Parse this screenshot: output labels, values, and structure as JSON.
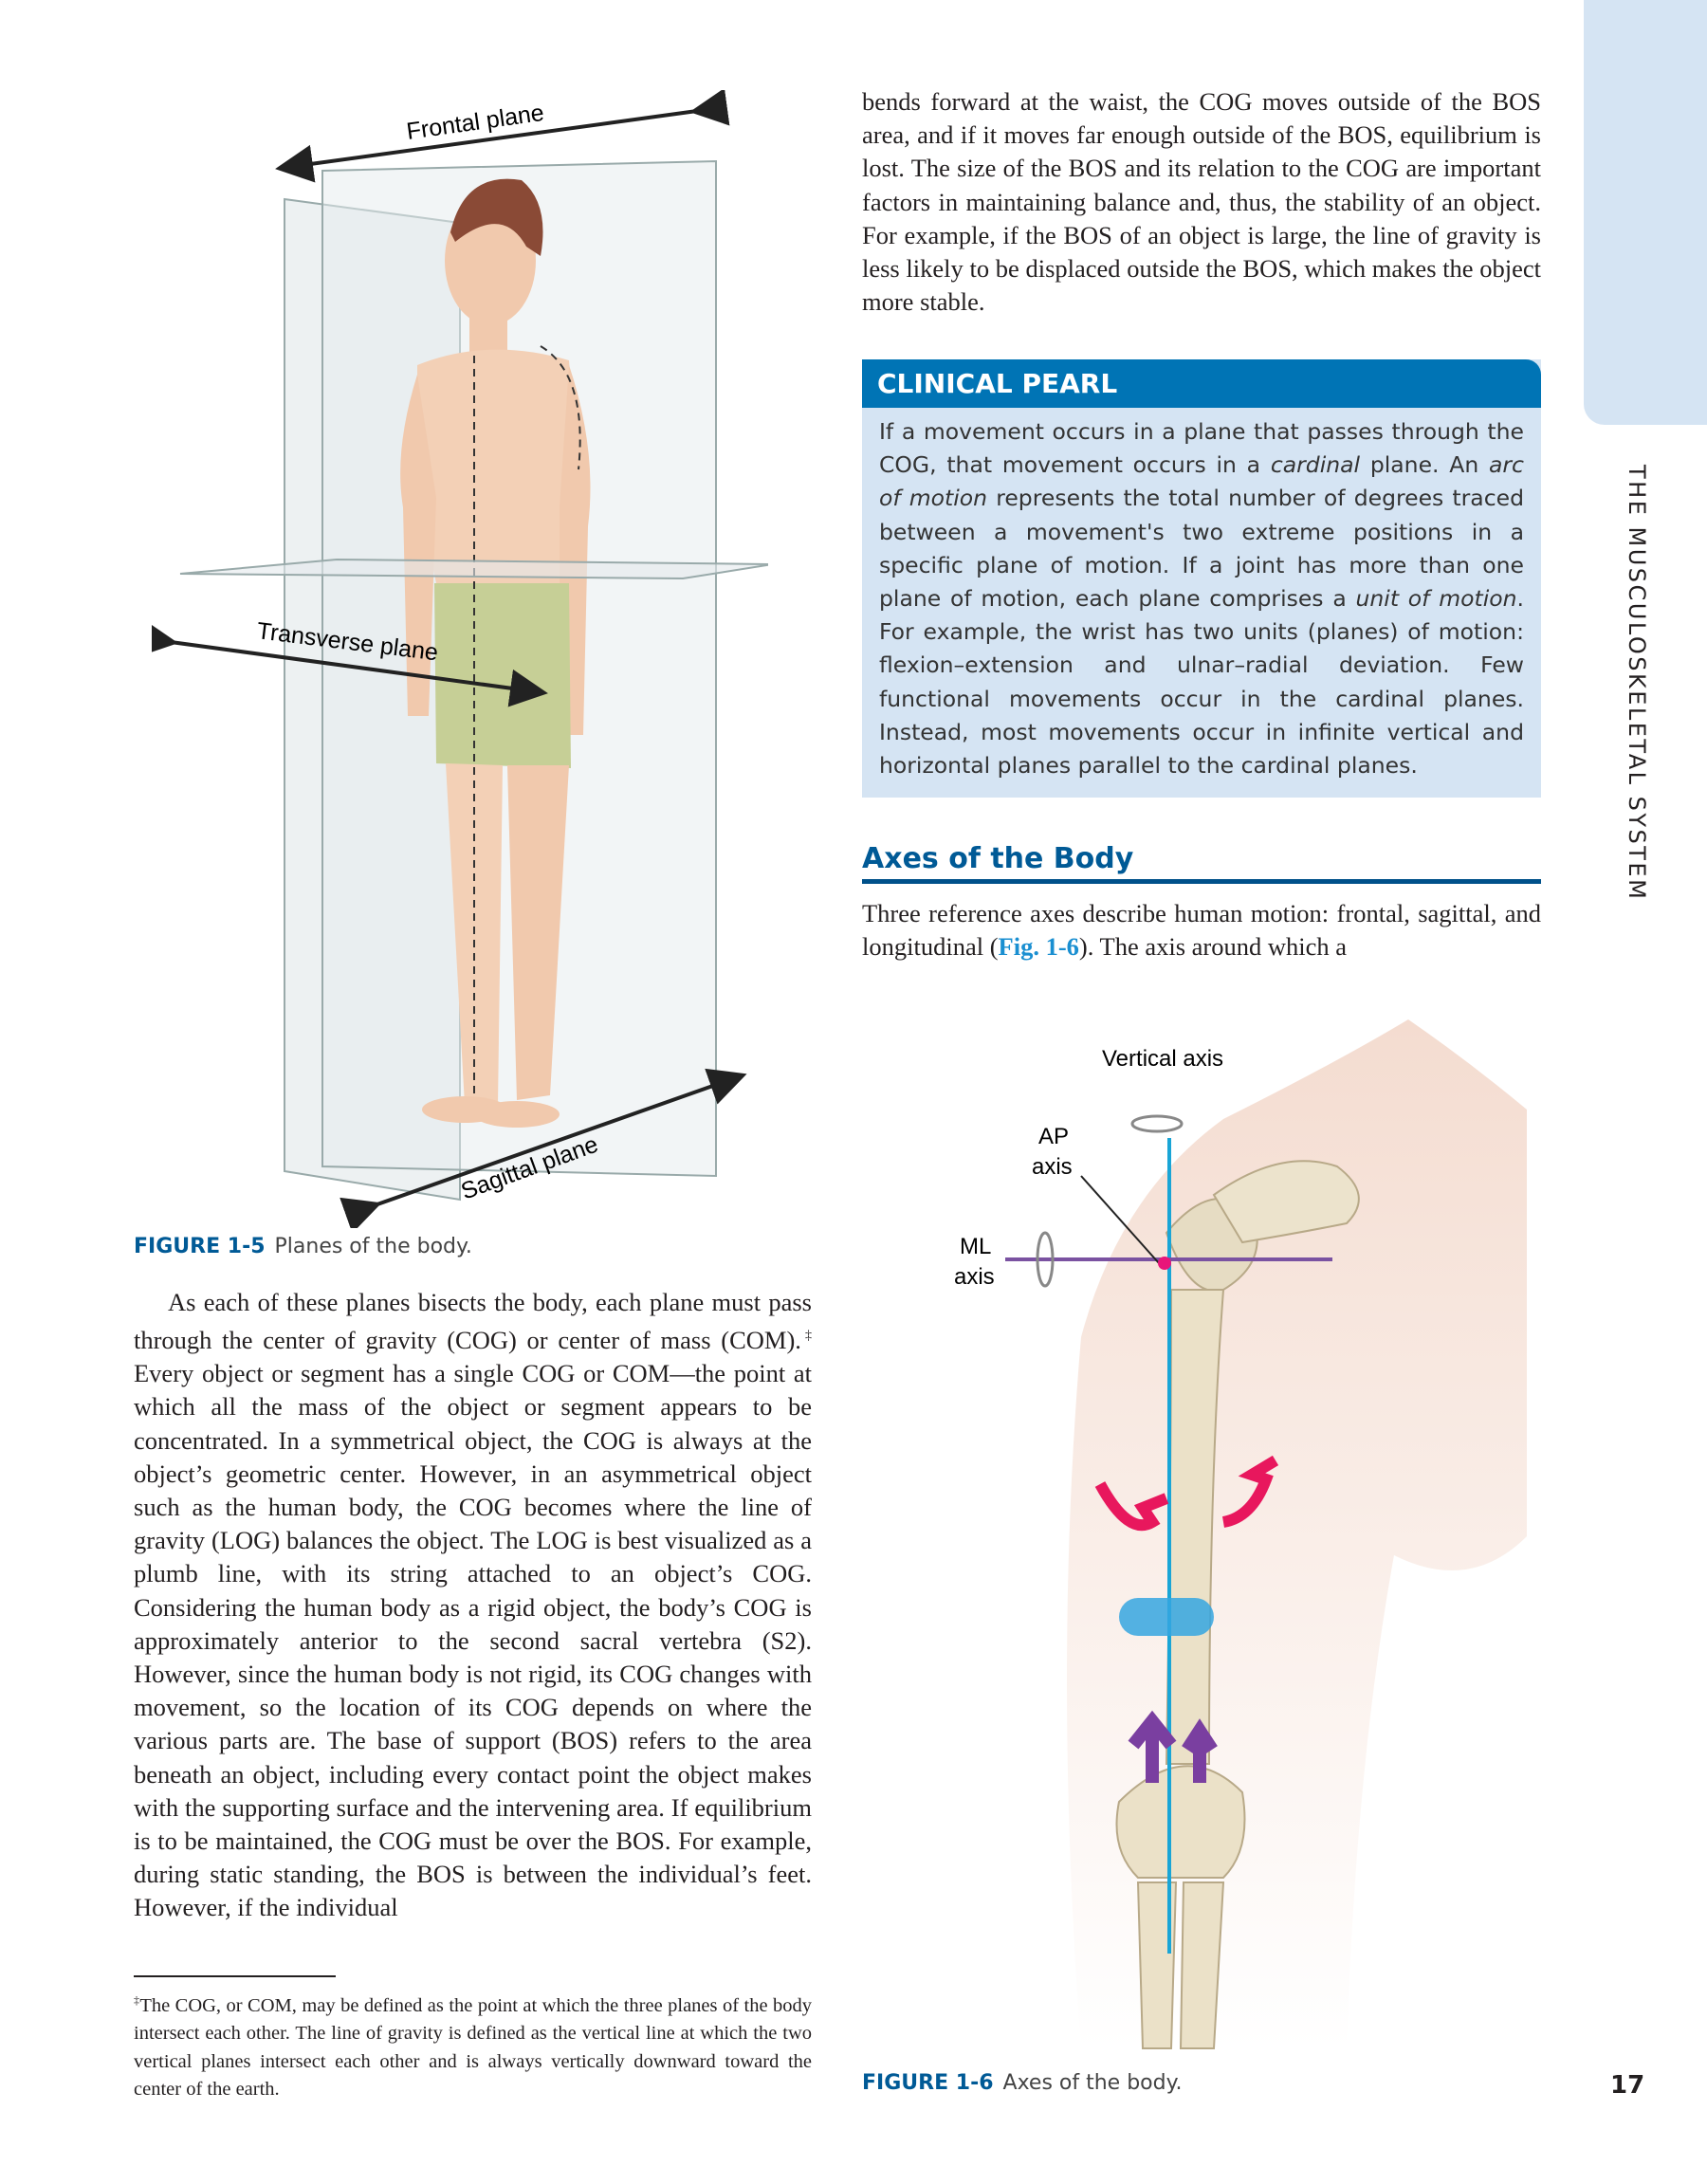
{
  "side_tab": {
    "label": "THE MUSCULOSKELETAL SYSTEM"
  },
  "page_number": "17",
  "right_column": {
    "intro_paragraph": "bends forward at the waist, the COG moves outside of the BOS area, and if it moves far enough outside of the BOS, equilibrium is lost. The size of the BOS and its relation to the COG are important factors in maintaining balance and, thus, the stability of an object. For example, if the BOS of an object is large, the line of gravity is less likely to be displaced outside the BOS, which makes the object more stable.",
    "clinical_pearl": {
      "title": "CLINICAL PEARL",
      "parts": [
        "If a movement occurs in a plane that passes through the COG, that movement occurs in a ",
        "cardinal",
        " plane. An ",
        "arc of motion",
        " represents the total number of degrees traced between a movement's two extreme positions in a specific plane of motion. If a joint has more than one plane of motion, each plane comprises a ",
        "unit of motion",
        ". For example, the wrist has two units (planes) of motion: flexion–extension and ulnar–radial deviation. Few functional movements occur in the cardinal planes. Instead, most movements occur in infinite vertical and horizontal planes parallel to the cardinal planes."
      ]
    },
    "section_heading": "Axes of the Body",
    "section_paragraph_start": "Three reference axes describe human motion: frontal, sagittal, and longitudinal (",
    "section_paragraph_link": "Fig. 1-6",
    "section_paragraph_end": "). The axis around which a"
  },
  "figure_1_5": {
    "label": "FIGURE 1-5",
    "caption": "Planes of the body.",
    "labels": {
      "frontal": "Frontal plane",
      "transverse": "Transverse plane",
      "sagittal": "Sagittal plane"
    }
  },
  "figure_1_6": {
    "label": "FIGURE 1-6",
    "caption": "Axes of the body.",
    "labels": {
      "vertical": "Vertical axis",
      "ap_1": "AP",
      "ap_2": "axis",
      "ml_1": "ML",
      "ml_2": "axis"
    }
  },
  "left_column": {
    "paragraph": "As each of these planes bisects the body, each plane must pass through the center of gravity (COG) or center of mass (COM).",
    "footnote_marker": "‡",
    "paragraph_cont": " Every object or segment has a single COG or COM—the point at which all the mass of the object or segment appears to be concentrated. In a symmetrical object, the COG is always at the object’s geometric center. However, in an asymmetrical object such as the human body, the COG becomes where the line of gravity (LOG) balances the object. The LOG is best visualized as a plumb line, with its string attached to an object’s COG. Considering the human body as a rigid object, the body’s COG is approximately anterior to the second sacral vertebra (S2). However, since the human body is not rigid, its COG changes with movement, so the location of its COG depends on where the various parts are. The base of support (BOS) refers to the area beneath an object, including every contact point the object makes with the supporting surface and the intervening area. If equilibrium is to be maintained, the COG must be over the BOS. For example, during static standing, the BOS is between the individual’s feet. However, if the individual",
    "footnote": "The COG, or COM, may be defined as the point at which the three planes of the body intersect each other. The line of gravity is defined as the vertical line at which the two vertical planes intersect each other and is always vertically downward toward the center of the earth."
  },
  "colors": {
    "accent": "#0074b5",
    "pearl_bg": "#d5e4f3",
    "heading": "#005a96",
    "link": "#1a8fd1"
  }
}
